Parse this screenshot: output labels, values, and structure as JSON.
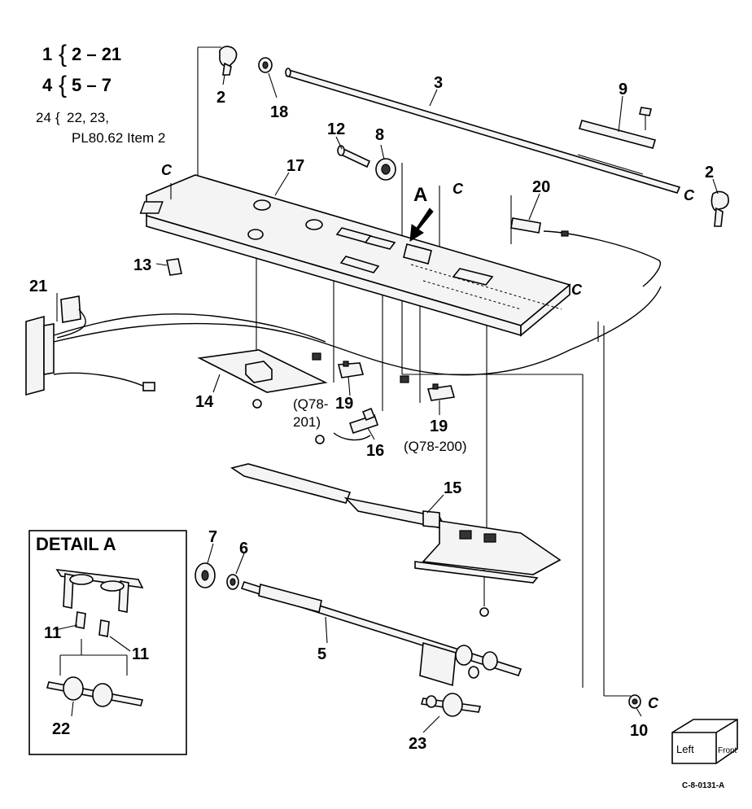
{
  "legend": {
    "line1": {
      "num": "1",
      "brace": "{",
      "range": "2 – 21"
    },
    "line2": {
      "num": "4",
      "brace": "{",
      "range": "5 – 7"
    },
    "line3": {
      "num": "24",
      "brace": "{",
      "range": "22, 23,",
      "cont": "PL80.62 Item 2"
    }
  },
  "callouts": {
    "c2a": "2",
    "c18": "18",
    "c3": "3",
    "c9": "9",
    "c2b": "2",
    "c12": "12",
    "c8": "8",
    "c17": "17",
    "cA": "A",
    "c20": "20",
    "c13": "13",
    "c21": "21",
    "c14": "14",
    "c19a": "19",
    "c19a_code1": "(Q78-",
    "c19a_code2": "201)",
    "c19b": "19",
    "c19b_code": "(Q78-200)",
    "c16": "16",
    "c15": "15",
    "c7": "7",
    "c6": "6",
    "c5": "5",
    "c10": "10",
    "c23": "23",
    "c11a": "11",
    "c11b": "11",
    "c22": "22"
  },
  "clip_marks": [
    "C",
    "C",
    "C",
    "C",
    "C"
  ],
  "detail": {
    "title": "DETAIL A"
  },
  "orientation_box": {
    "left": "Left",
    "front": "Front"
  },
  "figure_id": "C-8-0131-A"
}
